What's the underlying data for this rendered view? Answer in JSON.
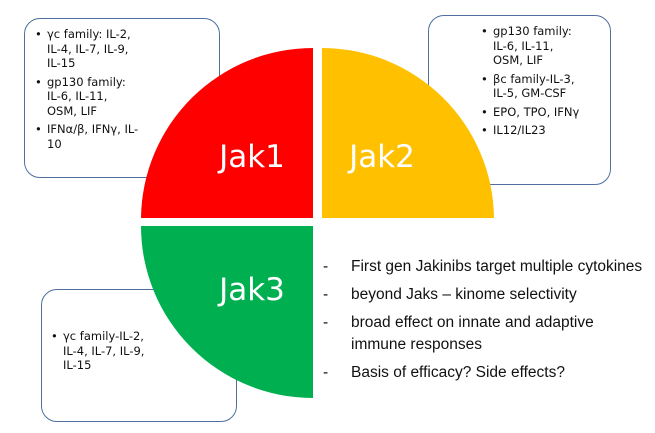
{
  "colors": {
    "jak1": "#fe0000",
    "jak2": "#ffc000",
    "jak3": "#00b050",
    "box_border": "#4f6fa0",
    "quadrant_label": "#ffffff"
  },
  "quadrants": {
    "jak1": "Jak1",
    "jak2": "Jak2",
    "jak3": "Jak3"
  },
  "boxes": {
    "top_left": [
      "γc family: IL-2,\nIL-4, IL-7, IL-9,\nIL-15",
      "gp130 family:\nIL-6, IL-11,\nOSM, LIF",
      "IFNα/β, IFNγ, IL-\n10"
    ],
    "top_right": [
      "gp130 family:\nIL-6, IL-11,\nOSM, LIF",
      "βc family-IL-3,\nIL-5, GM-CSF",
      "EPO, TPO, IFNγ",
      "IL12/IL23"
    ],
    "bottom_left": [
      "γc family-IL-2,\nIL-4, IL-7, IL-9,\nIL-15"
    ]
  },
  "notes": {
    "dash": "-",
    "items": [
      "First gen Jakinibs target multiple cytokines",
      "beyond Jaks – kinome selectivity",
      "broad effect on innate and adaptive immune responses",
      "Basis of efficacy? Side effects?"
    ]
  }
}
